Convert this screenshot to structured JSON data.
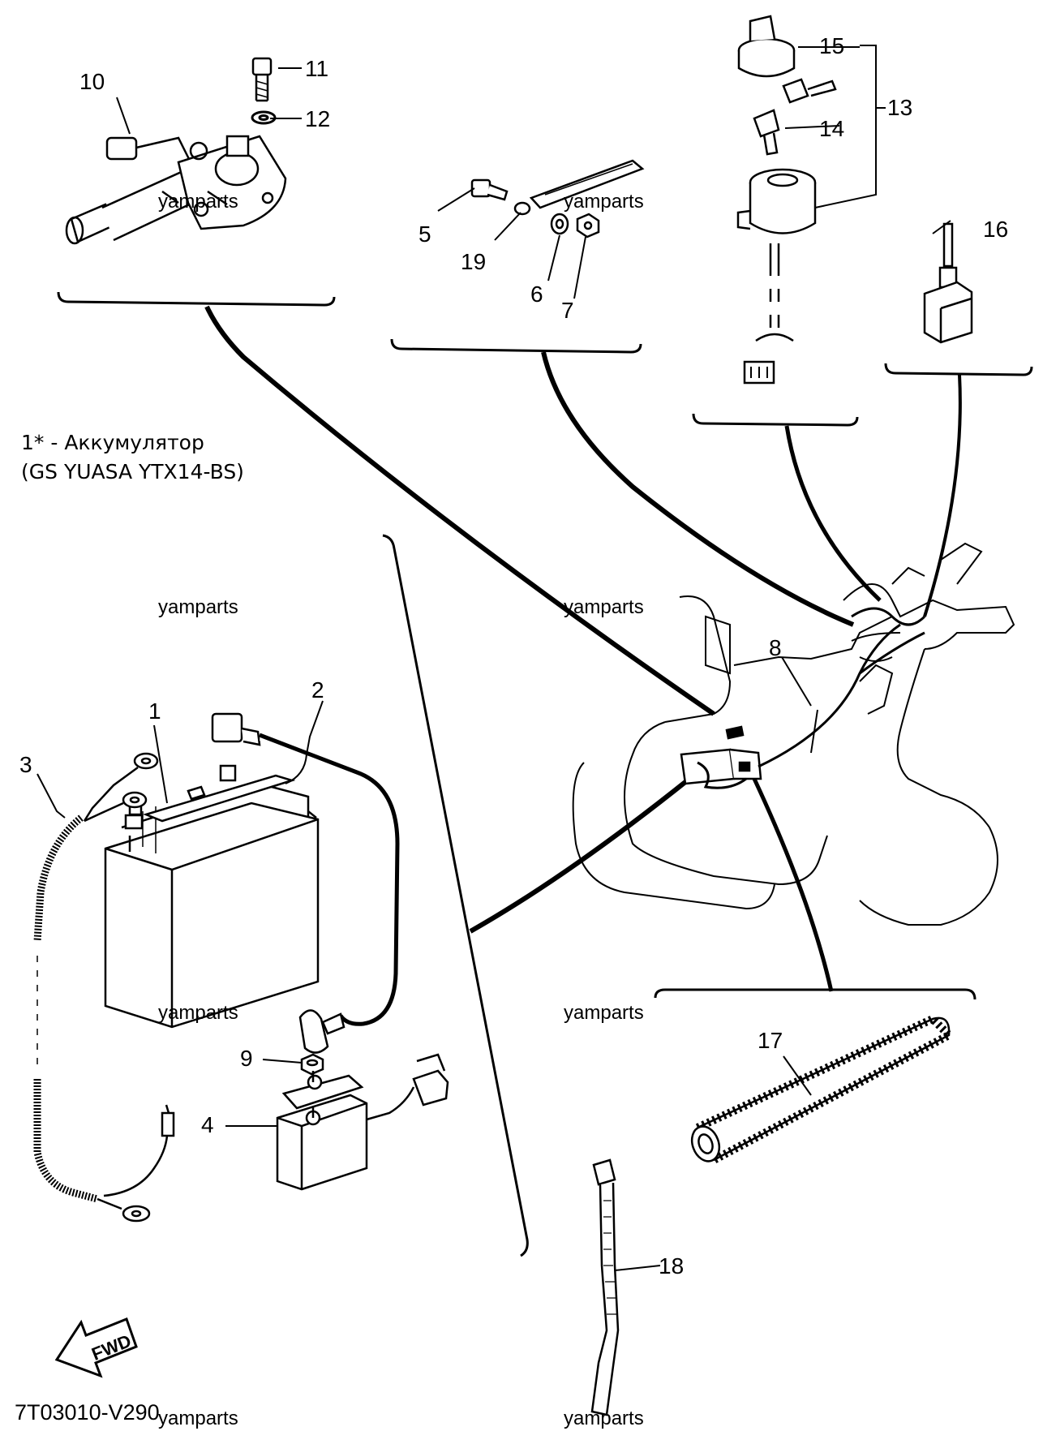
{
  "note": {
    "line1": "1* - Аккумулятор",
    "line2": "(GS YUASA YTX14-BS)"
  },
  "figure_code": "7T03010-V290",
  "fwd_label": "FWD",
  "watermark": "yamparts",
  "callouts": {
    "c1": "1",
    "c2": "2",
    "c3": "3",
    "c4": "4",
    "c5": "5",
    "c6": "6",
    "c7": "7",
    "c8": "8",
    "c9": "9",
    "c10": "10",
    "c11": "11",
    "c12": "12",
    "c13": "13",
    "c14": "14",
    "c15": "15",
    "c16": "16",
    "c17": "17",
    "c18": "18",
    "c19": "19"
  }
}
